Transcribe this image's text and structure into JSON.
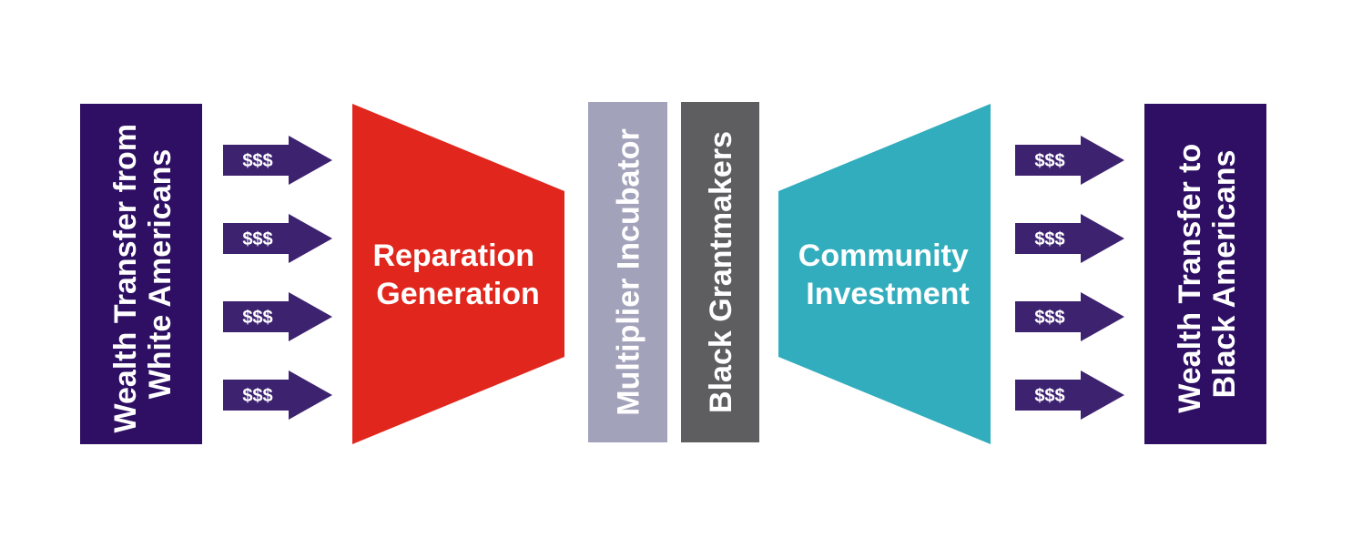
{
  "colors": {
    "purple_dark": "#2e0f63",
    "purple_arrow": "#3d2270",
    "red": "#e1261d",
    "gray_light": "#a3a2bb",
    "gray_dark": "#5e5e60",
    "teal": "#32adbd",
    "text": "#ffffff"
  },
  "source": {
    "line1": "Wealth Transfer from",
    "line2": "White Americans"
  },
  "arrow_label": "$$$",
  "reparation": {
    "line1": "Reparation",
    "line2": "Generation"
  },
  "multiplier": "Multiplier Incubator",
  "grantmakers": "Black Grantmakers",
  "community": {
    "line1": "Community",
    "line2": "Investment"
  },
  "destination": {
    "line1": "Wealth Transfer to",
    "line2": "Black Americans"
  }
}
